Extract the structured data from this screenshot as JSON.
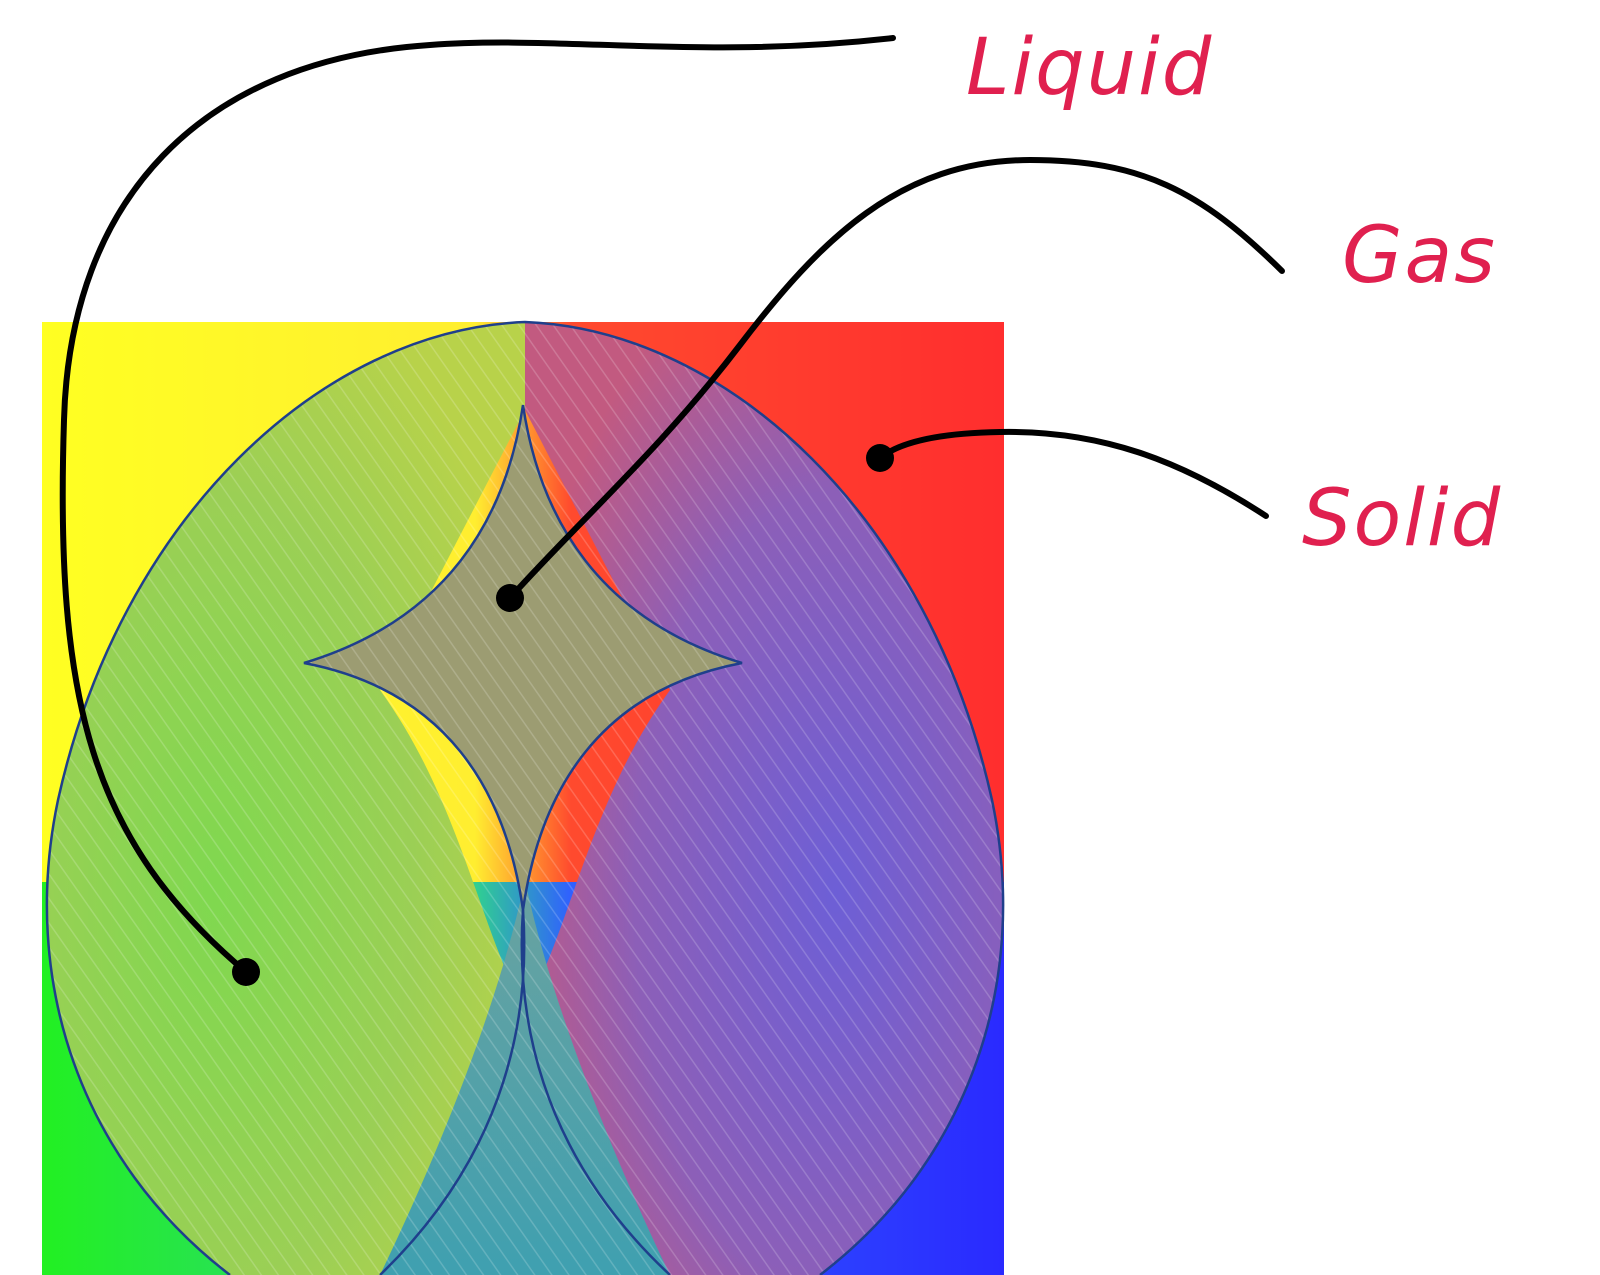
{
  "labels": {
    "liquid": "Liquid",
    "gas": "Gas",
    "solid": "Solid"
  },
  "colors": {
    "label_text": "#e0204f",
    "corner_top_left": "#ffff22",
    "corner_top_right": "#ff2e2e",
    "corner_bottom_left": "#22f022",
    "corner_bottom_right": "#2a2aff",
    "gas_region": "#9c9c72",
    "boundary_line": "#1f3f8c",
    "leader_line": "#000000"
  }
}
